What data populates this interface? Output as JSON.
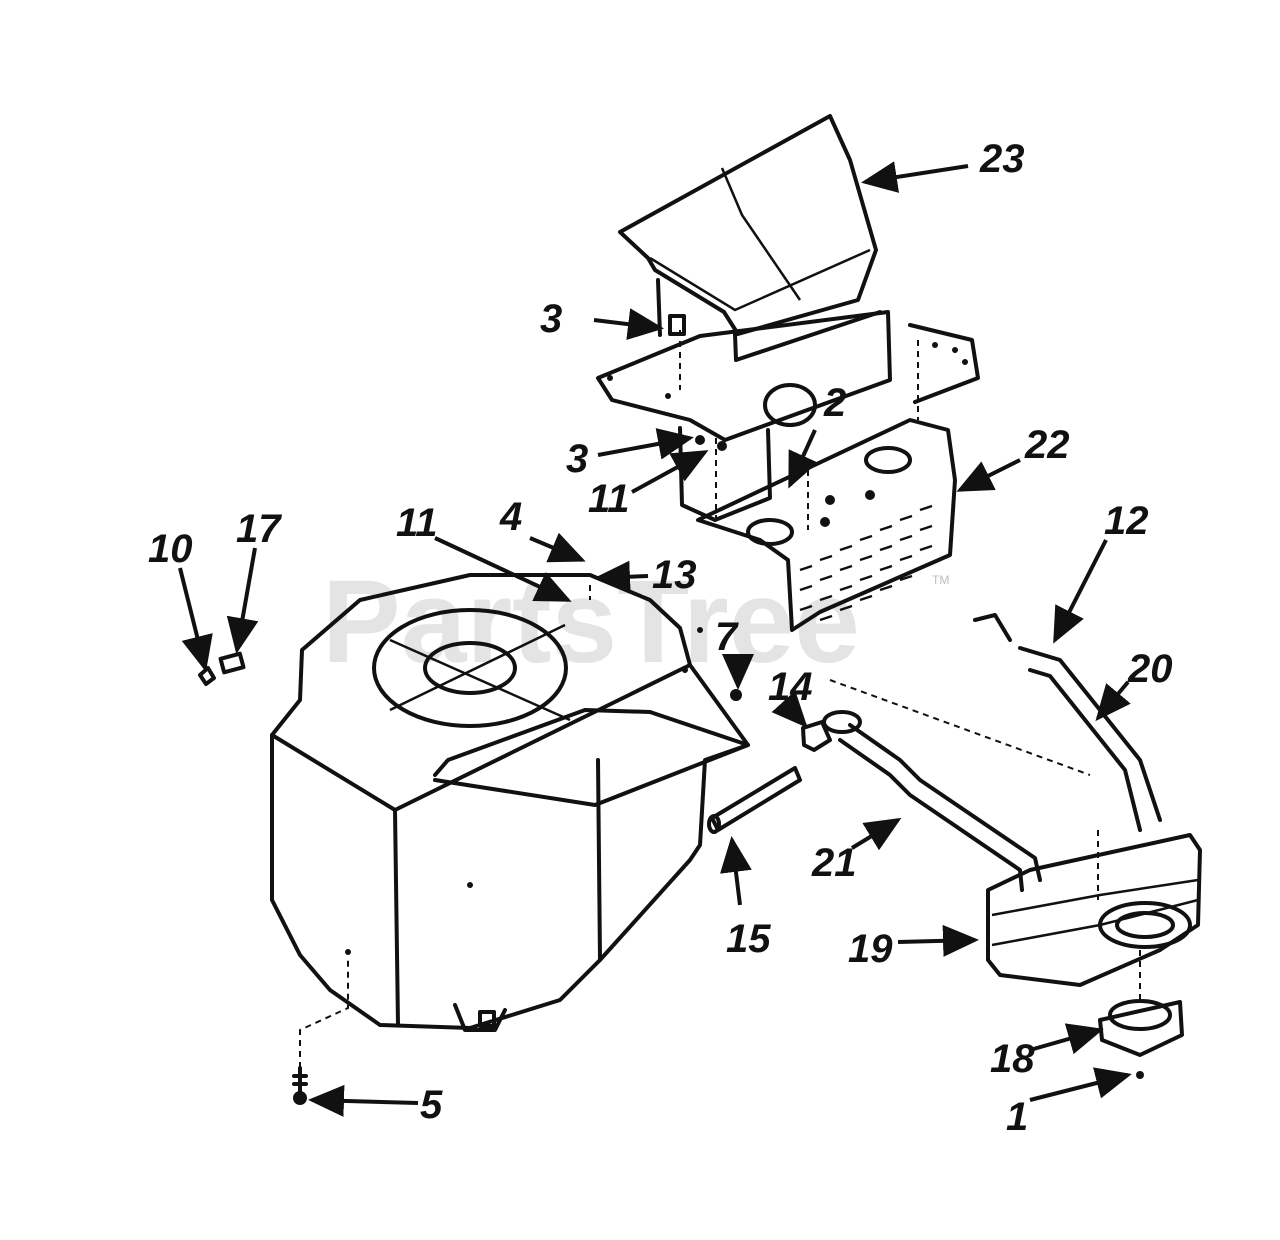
{
  "watermark": {
    "text": "PartsTree",
    "trademark": "TM"
  },
  "callouts": {
    "c1": "1",
    "c2": "2",
    "c3a": "3",
    "c3b": "3",
    "c4": "4",
    "c5": "5",
    "c7": "7",
    "c10": "10",
    "c11a": "11",
    "c11b": "11",
    "c12": "12",
    "c13": "13",
    "c14": "14",
    "c15": "15",
    "c17": "17",
    "c18": "18",
    "c19": "19",
    "c20": "20",
    "c21": "21",
    "c22": "22",
    "c23": "23"
  }
}
